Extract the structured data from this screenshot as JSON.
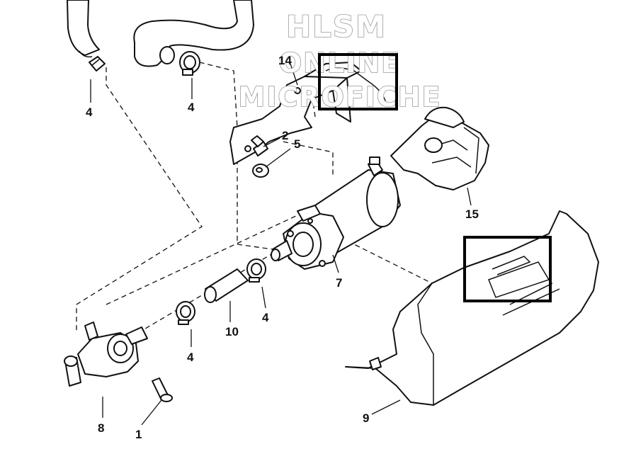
{
  "watermark": {
    "line1": "HLSM",
    "line2": "ONLINE",
    "line3": "MICROFICHE"
  },
  "callouts": {
    "c1": "1",
    "c2": "2",
    "c4a": "4",
    "c4b": "4",
    "c4c": "4",
    "c4d": "4",
    "c5": "5",
    "c7": "7",
    "c8": "8",
    "c9": "9",
    "c10": "10",
    "c14": "14",
    "c15": "15"
  },
  "colors": {
    "line": "#111111",
    "watermark_outline": "#9a9a9a",
    "highlight_box": "#000000"
  }
}
